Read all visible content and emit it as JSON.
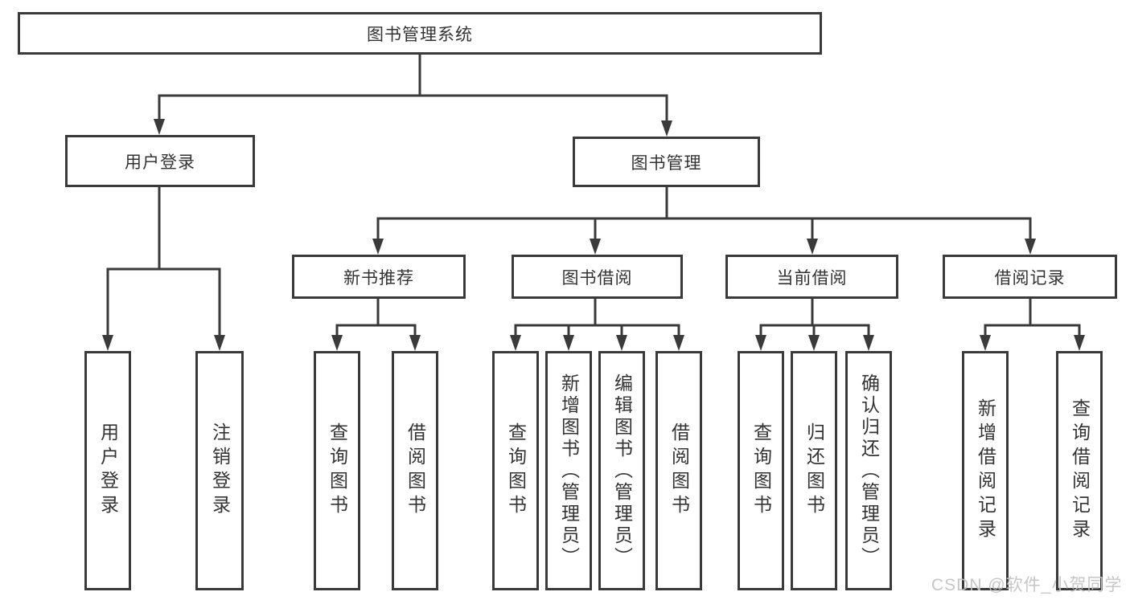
{
  "tree": {
    "root": {
      "label": "图书管理系统",
      "children": [
        {
          "label": "用户登录",
          "children": [
            {
              "label": "用户登录"
            },
            {
              "label": "注销登录"
            }
          ]
        },
        {
          "label": "图书管理",
          "children": [
            {
              "label": "新书推荐",
              "children": [
                {
                  "label": "查询图书"
                },
                {
                  "label": "借阅图书"
                }
              ]
            },
            {
              "label": "图书借阅",
              "children": [
                {
                  "label": "查询图书"
                },
                {
                  "label": "新增图书（管理员）"
                },
                {
                  "label": "编辑图书（管理员）"
                },
                {
                  "label": "借阅图书"
                }
              ]
            },
            {
              "label": "当前借阅",
              "children": [
                {
                  "label": "查询图书"
                },
                {
                  "label": "归还图书"
                },
                {
                  "label": "确认归还（管理员）"
                }
              ]
            },
            {
              "label": "借阅记录",
              "children": [
                {
                  "label": "新增借阅记录"
                },
                {
                  "label": "查询借阅记录"
                }
              ]
            }
          ]
        }
      ]
    }
  },
  "watermark": {
    "text": "CSDN @软件_小贺同学"
  },
  "colors": {
    "line": "#3a3a3a",
    "box_border": "#3a3a3a",
    "text": "#333333",
    "watermark": "#c3c3c3",
    "background": "#ffffff"
  }
}
